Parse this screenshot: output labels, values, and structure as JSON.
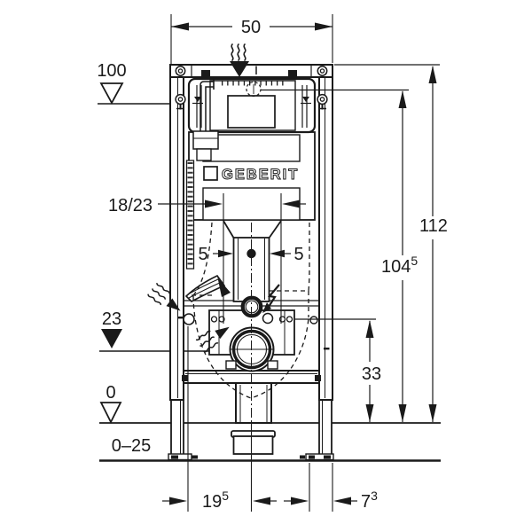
{
  "drawing": {
    "type": "technical-installation-diagram",
    "subject": "wall-hung WC concealed cistern mounting frame, front view with dimensions in cm",
    "brand": {
      "logo": "GEBERIT"
    },
    "dims": {
      "width": "50",
      "meter_level": "100",
      "total_height": "112",
      "actuation_height": {
        "main": "104",
        "sup": "5"
      },
      "flush_pipe_span": "18/23",
      "half_left": "5",
      "half_right": "5",
      "outlet_level": "23",
      "drain_height": "33",
      "floor_zero": "0",
      "floor_range": "0–25",
      "supply_offset": {
        "main": "19",
        "sup": "5"
      },
      "foot_offset": {
        "main": "7",
        "sup": "3"
      }
    },
    "icons": {
      "vent": "wavy-flow-arrow-down",
      "supply_flow": "wavy-flow-arrow-diagonal",
      "flush_flow": "wavy-flow-arrow-up-right",
      "power": "lightning-bolt-arrow"
    },
    "colors": {
      "line": "#1a1a1a",
      "background": "#ffffff"
    }
  }
}
